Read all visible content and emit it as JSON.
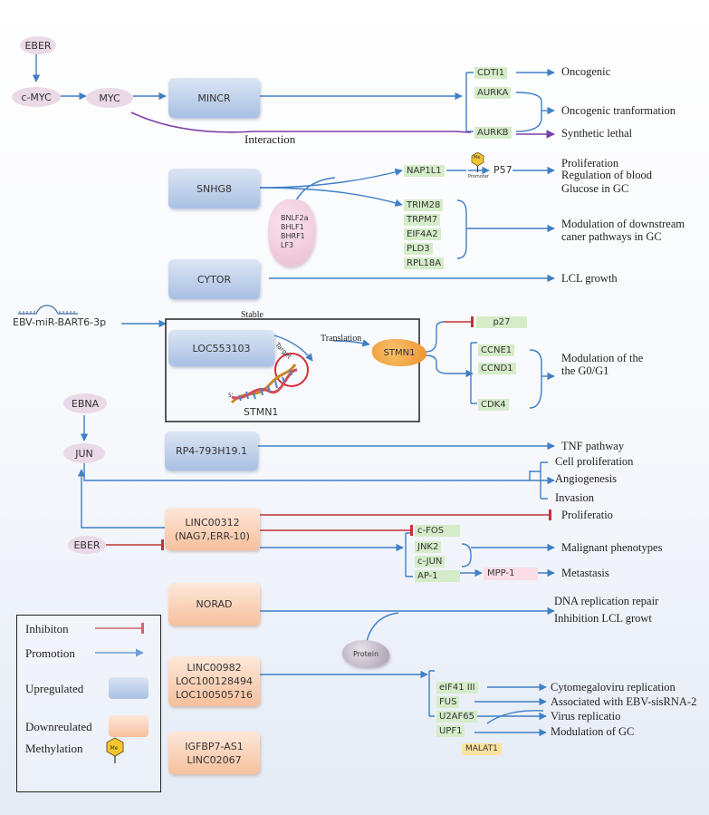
{
  "nodes": {
    "eber_top": "EBER",
    "c_myc": "c-MYC",
    "myc": "MYC",
    "ebna": "EBNA",
    "jun": "JUN",
    "eber_mid": "EBER",
    "mincr": "MINCR",
    "snhg8": "SNHG8",
    "cytor": "CYTOR",
    "loc553103": "LOC553103",
    "rp4": "RP4-793H19.1",
    "linc00312_a": "LINC00312",
    "linc00312_b": "(NAG7,ERR-10)",
    "norad": "NORAD",
    "linc00982": "LINC00982",
    "loc100128494": "LOC100128494",
    "loc100505716": "LOC100505716",
    "igfbp7": "IGFBP7-AS1",
    "linc02067": "LINC02067",
    "mirna": "EBV-miR-BART6-3p",
    "stmn1_rna": "STMN1",
    "stmn1_protein": "STMN1",
    "protein": "Protein"
  },
  "viral_proteins": [
    "BNLF2a",
    "BHLF1",
    "BHRF1",
    "LF3"
  ],
  "targets": {
    "cdti1": "CDTI1",
    "aurka": "AURKA",
    "aurkb": "AURKB",
    "nap1l1": "NAP1L1",
    "p57": "P57",
    "snhg8_group": [
      "TRIM28",
      "TRPM7",
      "EIF4A2",
      "PLD3",
      "RPL18A"
    ],
    "p27": "p27",
    "g0g1_group": [
      "CCNE1",
      "CCND1",
      "CDK4"
    ],
    "cfos": "c-FOS",
    "jnk_group": [
      "JNK2",
      "c-JUN",
      "AP-1"
    ],
    "mpp1": "MPP-1",
    "rbp_group": [
      "eIF41 III",
      "FUS",
      "U2AF65",
      "UPF1"
    ],
    "malat1": "MALAT1"
  },
  "outcomes": {
    "oncogenic": "Oncogenic",
    "oncogenic_transformation": "Oncogenic tranformation",
    "synthetic_lethal": "Synthetic lethal",
    "proliferation": "Proliferation",
    "regulation_a": "Regulation of blood",
    "regulation_b": "Glucose in GC",
    "modulation_a": "Modulation of downstream",
    "modulation_b": "caner pathways in GC",
    "lcl_growth": "LCL growth",
    "g0g1_a": "Modulation of the",
    "g0g1_b": "the G0/G1",
    "tnf": "TNF pathway",
    "cell_proliferation": "Cell proliferation",
    "angiogenesis": "Angiogenesis",
    "invasion": "Invasion",
    "proliferatio": "Proliferatio",
    "malignant": "Malignant phenotypes",
    "metastasis": "Metastasis",
    "dna_repair": "DNA replication repair",
    "inhibition_lcl": "Inhibition LCL growt",
    "cmv": "Cytomegaloviru replication",
    "ebv_sisrna": "Associated with EBV-sisRNA-2",
    "virus_rep": "Virus replicatio",
    "modulation_gc": "Modulation of GC"
  },
  "annotations": {
    "interaction": "Interaction",
    "stable": "Stable",
    "translation": "Translation",
    "target": "Target",
    "promoter": "Promoter",
    "me": "Me"
  },
  "legend": {
    "inhibition": "Inhibiton",
    "promotion": "Promotion",
    "upregulated": "Upregulated",
    "downregulated": "Downreulated",
    "methylation": "Methylation"
  },
  "colors": {
    "promotion": "#3f7fc6",
    "inhibition": "#c0343a",
    "interaction": "#7a3fa8",
    "upregulated": "#b3c8e8",
    "downregulated": "#f8caa8",
    "target_tag": "#d5ecc9"
  }
}
